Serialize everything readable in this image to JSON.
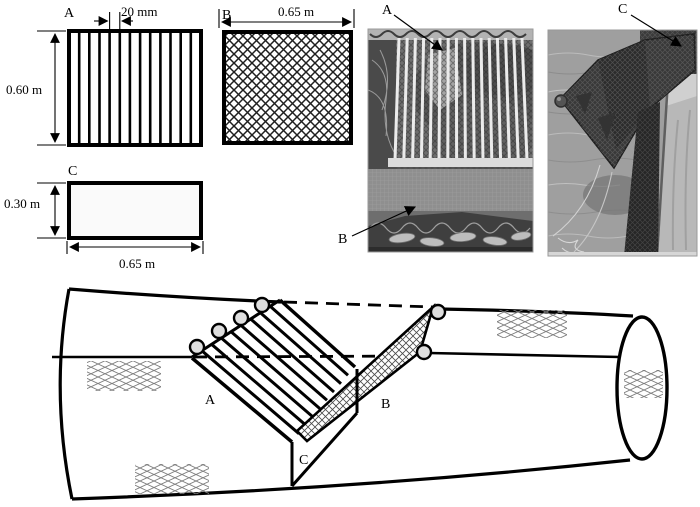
{
  "figure": {
    "panel_a": {
      "label": "A",
      "bar_spacing": "20 mm",
      "height": "0.60 m"
    },
    "panel_b": {
      "label": "B",
      "width": "0.65 m"
    },
    "panel_c": {
      "label": "C",
      "height": "0.30 m",
      "width": "0.65 m"
    },
    "photo_deck": {
      "label_grid": "A",
      "label_mesh": "B"
    },
    "photo_sea": {
      "label_panel": "C"
    },
    "trawl": {
      "label_grid": "A",
      "label_mesh": "B",
      "label_panel": "C"
    }
  },
  "colors": {
    "ink": "#000000",
    "paper": "#ffffff",
    "mesh_gray": "#8a8a8a",
    "photo_mid_gray": "#6a6a6a",
    "photo_water_gray": "#9f9f9f"
  }
}
